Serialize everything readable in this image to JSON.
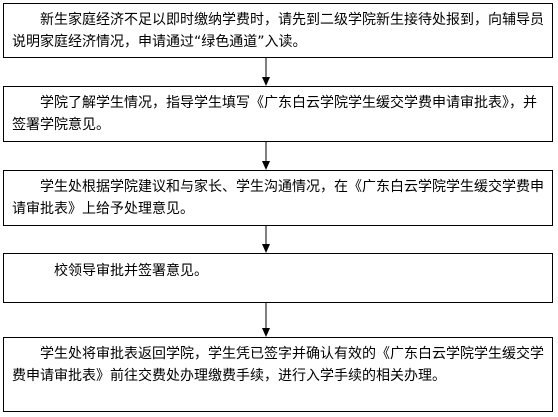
{
  "flowchart": {
    "steps": [
      {
        "text": "新生家庭经济不足以即时缴纳学费时，请先到二级学院新生接待处报到，向辅导员说明家庭经济情况，申请通过“绿色通道”入读。"
      },
      {
        "text": "学院了解学生情况，指导学生填写《广东白云学院学生缓交学费申请审批表》，并签署学院意见。"
      },
      {
        "text": "学生处根据学院建议和与家长、学生沟通情况，在《广东白云学院学生缓交学费申请审批表》上给予处理意见。"
      },
      {
        "text": "校领导审批并签署意见。"
      },
      {
        "text": "学生处将审批表返回学院，学生凭已签字并确认有效的《广东白云学院学生缓交学费申请审批表》前往交费处办理缴费手续，进行入学手续的相关办理。"
      }
    ]
  }
}
